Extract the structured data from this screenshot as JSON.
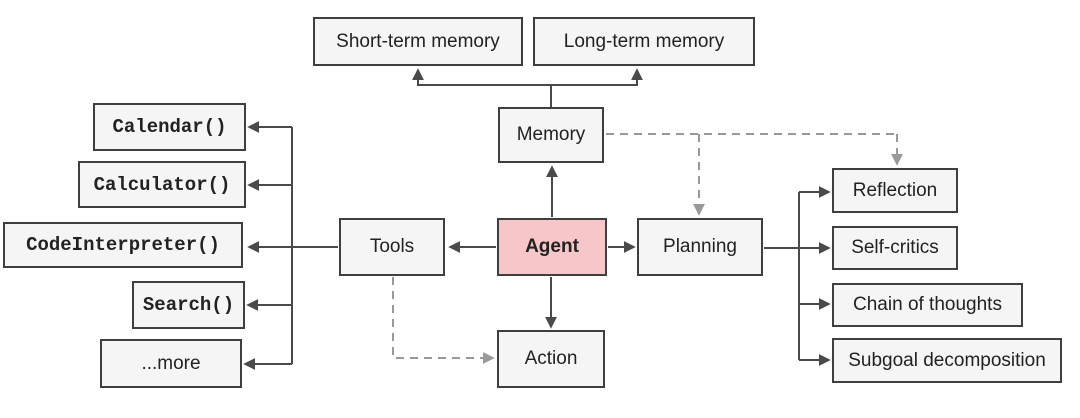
{
  "nodes": {
    "agent": "Agent",
    "memory": "Memory",
    "tools": "Tools",
    "planning": "Planning",
    "action": "Action",
    "short_term_memory": "Short-term memory",
    "long_term_memory": "Long-term memory",
    "calendar": "Calendar()",
    "calculator": "Calculator()",
    "code_interpreter": "CodeInterpreter()",
    "search": "Search()",
    "more": "...more",
    "reflection": "Reflection",
    "self_critics": "Self-critics",
    "chain_of_thoughts": "Chain of thoughts",
    "subgoal_decomposition": "Subgoal decomposition"
  },
  "edges": {
    "solid": [
      {
        "from": "agent",
        "to": "memory"
      },
      {
        "from": "agent",
        "to": "tools"
      },
      {
        "from": "agent",
        "to": "planning"
      },
      {
        "from": "agent",
        "to": "action"
      },
      {
        "from": "memory",
        "to": "short_term_memory"
      },
      {
        "from": "memory",
        "to": "long_term_memory"
      },
      {
        "from": "tools",
        "to": "calendar"
      },
      {
        "from": "tools",
        "to": "calculator"
      },
      {
        "from": "tools",
        "to": "code_interpreter"
      },
      {
        "from": "tools",
        "to": "search"
      },
      {
        "from": "tools",
        "to": "more"
      },
      {
        "from": "planning",
        "to": "reflection"
      },
      {
        "from": "planning",
        "to": "self_critics"
      },
      {
        "from": "planning",
        "to": "chain_of_thoughts"
      },
      {
        "from": "planning",
        "to": "subgoal_decomposition"
      }
    ],
    "dashed": [
      {
        "from": "memory",
        "to": "planning"
      },
      {
        "from": "memory",
        "to": "reflection"
      },
      {
        "from": "tools",
        "to": "action"
      }
    ]
  },
  "colors": {
    "background": "#ffffff",
    "node_fill": "#f5f5f5",
    "node_border": "#3f3f3f",
    "agent_fill": "#f6c6c8",
    "solid_connector": "#4a4a4a",
    "dashed_connector": "#999999",
    "text": "#222222"
  }
}
